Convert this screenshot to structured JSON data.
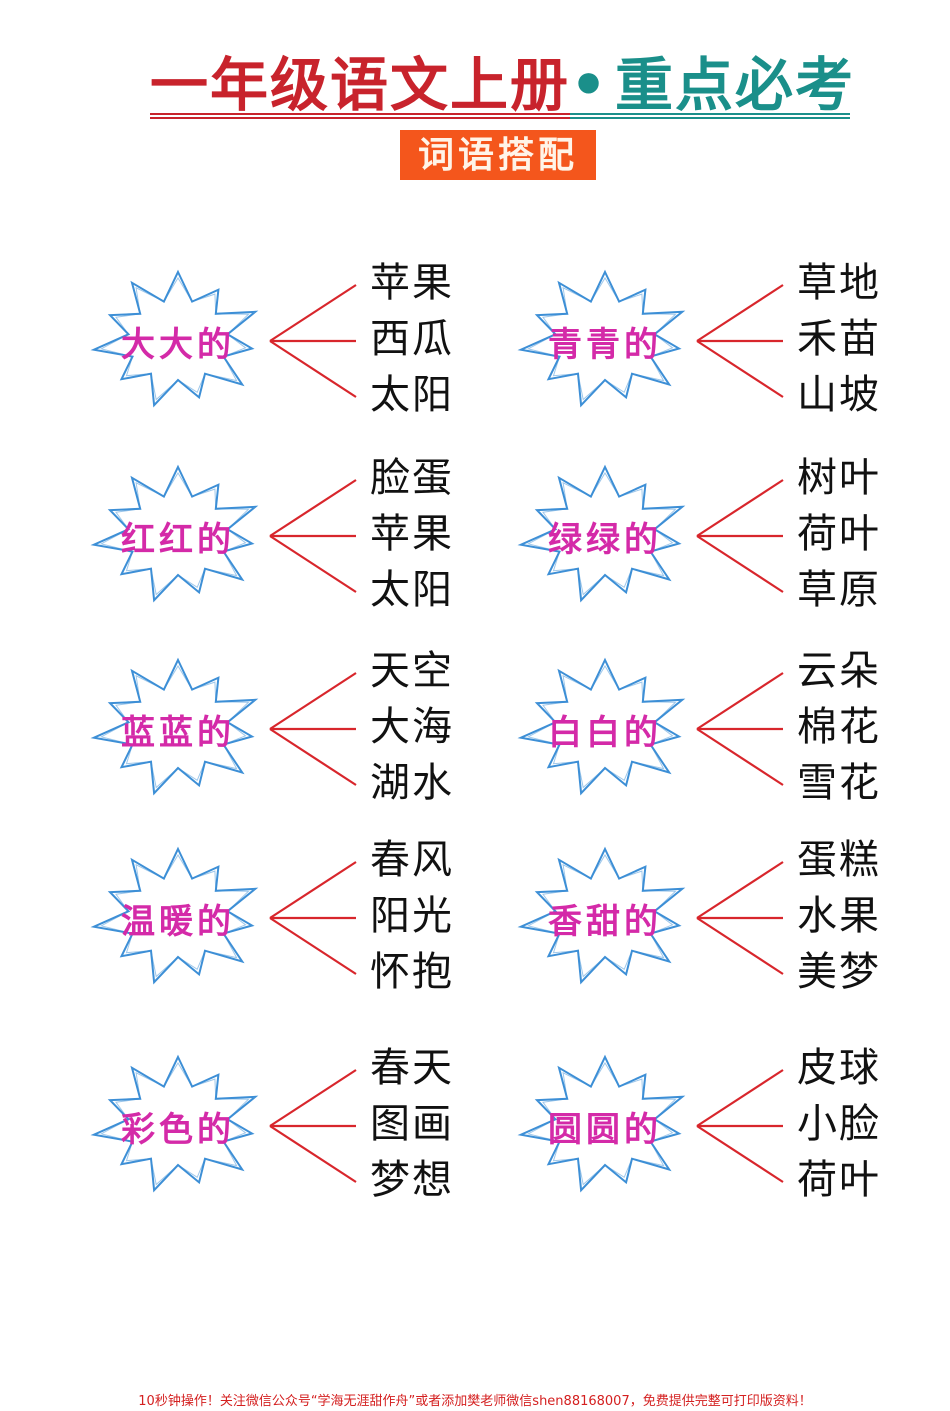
{
  "header": {
    "title_left": "一年级语文上册",
    "title_dot": "•",
    "title_right": "重点必考",
    "subtitle": "词语搭配"
  },
  "colors": {
    "title_red": "#c8232c",
    "title_teal": "#1a8f8a",
    "subtitle_bg": "#f4561c",
    "adjective": "#d42aa8",
    "starburst_stroke": "#3d8fd6",
    "connector": "#d8262c",
    "footer": "#d42020"
  },
  "groups": [
    {
      "adjective": "大大的",
      "nouns": [
        "苹果",
        "西瓜",
        "太阳"
      ]
    },
    {
      "adjective": "青青的",
      "nouns": [
        "草地",
        "禾苗",
        "山坡"
      ]
    },
    {
      "adjective": "红红的",
      "nouns": [
        "脸蛋",
        "苹果",
        "太阳"
      ]
    },
    {
      "adjective": "绿绿的",
      "nouns": [
        "树叶",
        "荷叶",
        "草原"
      ]
    },
    {
      "adjective": "蓝蓝的",
      "nouns": [
        "天空",
        "大海",
        "湖水"
      ]
    },
    {
      "adjective": "白白的",
      "nouns": [
        "云朵",
        "棉花",
        "雪花"
      ]
    },
    {
      "adjective": "温暖的",
      "nouns": [
        "春风",
        "阳光",
        "怀抱"
      ]
    },
    {
      "adjective": "香甜的",
      "nouns": [
        "蛋糕",
        "水果",
        "美梦"
      ]
    },
    {
      "adjective": "彩色的",
      "nouns": [
        "春天",
        "图画",
        "梦想"
      ]
    },
    {
      "adjective": "圆圆的",
      "nouns": [
        "皮球",
        "小脸",
        "荷叶"
      ]
    }
  ],
  "footer": {
    "text": "10秒钟操作！关注微信公众号“学海无涯甜作舟”或者添加樊老师微信shen88168007，免费提供完整可打印版资料！"
  }
}
